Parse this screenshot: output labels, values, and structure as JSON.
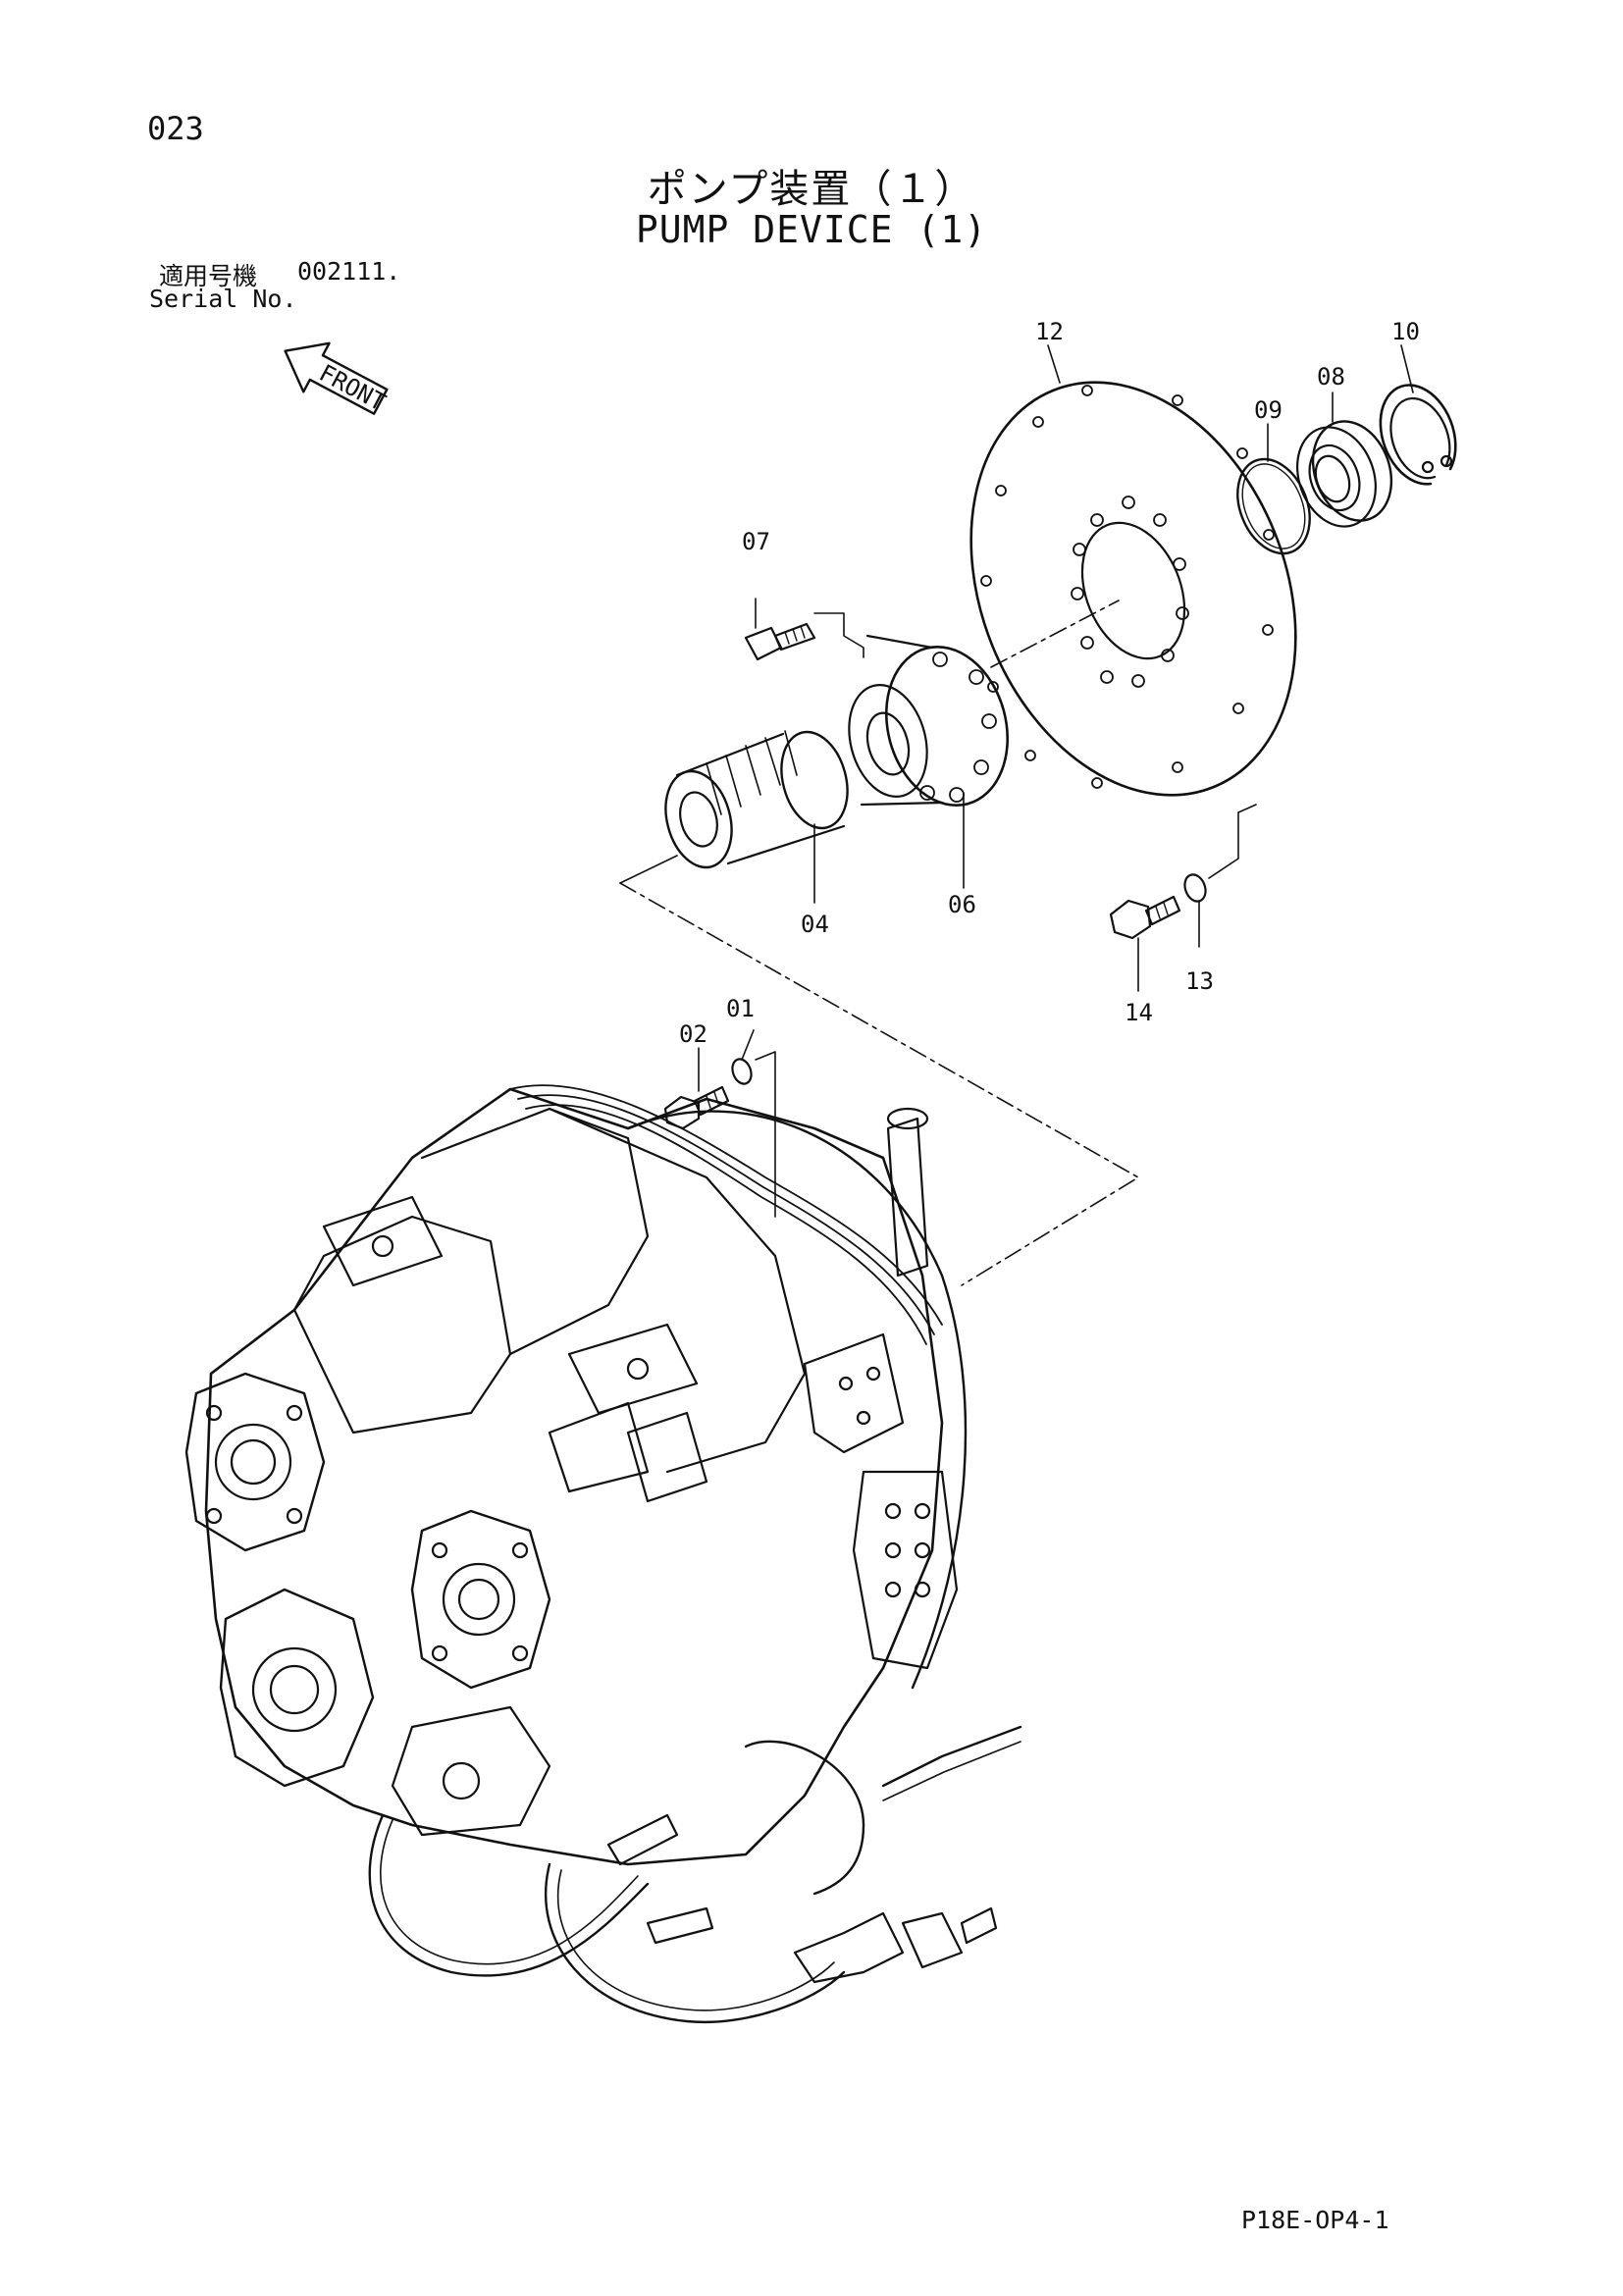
{
  "page": {
    "number": "023",
    "code": "P18E-OP4-1"
  },
  "title": {
    "jp": "ポンプ装置（１）",
    "en": "PUMP DEVICE (1)"
  },
  "serial": {
    "jp_label": "適用号機",
    "value": "002111.",
    "en_label": "Serial No."
  },
  "front_label": "FRONT",
  "part_numbers": [
    "01",
    "02",
    "04",
    "06",
    "07",
    "08",
    "09",
    "10",
    "12",
    "13",
    "14"
  ]
}
